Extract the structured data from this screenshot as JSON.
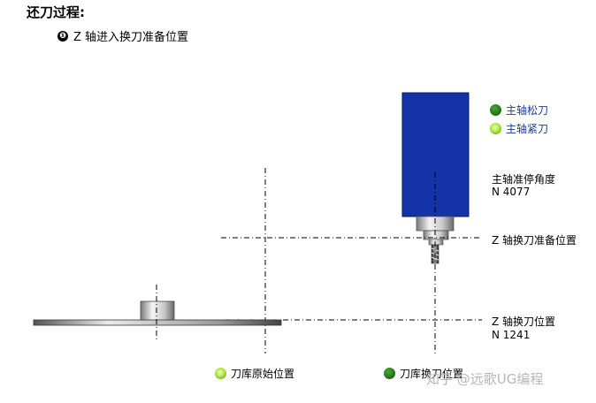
{
  "title": "还刀过程:",
  "step": {
    "number": "❶",
    "text": "Z 轴进入换刀准备位置"
  },
  "legend": [
    {
      "label": "主轴松刀",
      "icon": "status-led-dark-green"
    },
    {
      "label": "主轴紧刀",
      "icon": "status-led-bright-green"
    }
  ],
  "spindle_angle": {
    "label": "主轴准停角度",
    "value": "N 4077"
  },
  "positions": {
    "z_prepare": "Z 轴换刀准备位置",
    "z_change": "Z 轴换刀位置",
    "z_change_value": "N 1241"
  },
  "bottom_indicators": [
    {
      "label": "刀库原始位置",
      "icon": "status-led-bright-green"
    },
    {
      "label": "刀库换刀位置",
      "icon": "status-led-dark-green"
    }
  ],
  "watermark": "知乎 @远歌UG编程",
  "colors": {
    "spindle": "#1533a8",
    "led_dark": "#1f6d14",
    "led_bright": "#a6e23a"
  }
}
